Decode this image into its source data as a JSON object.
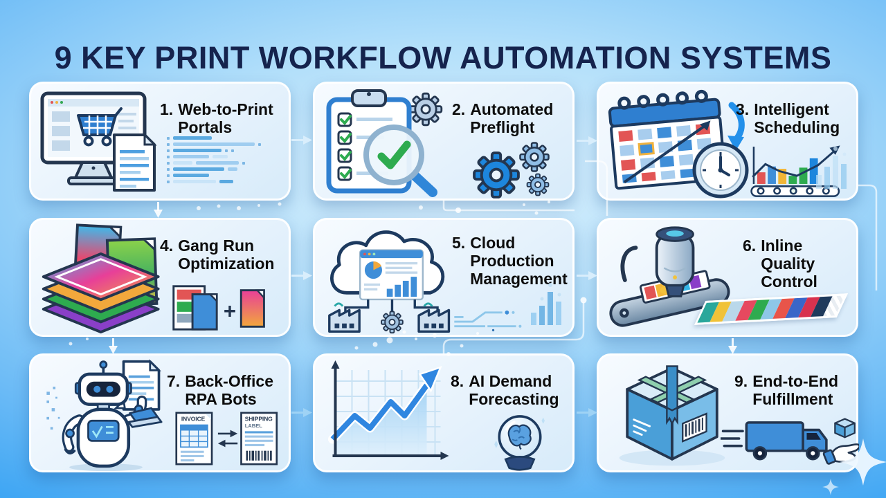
{
  "title": "9 KEY PRINT WORKFLOW AUTOMATION SYSTEMS",
  "colors": {
    "background_blue": "#1f97f2",
    "background_light_center": "#dcf1fd",
    "card_background": "#e9f4fd",
    "title_text": "#15234d",
    "label_text": "#0d0d0d",
    "accent_blue": "#2f86e0",
    "outline_navy": "#24364f",
    "success_green": "#2eab4f"
  },
  "cards": [
    {
      "number": "1.",
      "title": "Web-to-Print Portals",
      "icon": "desktop-monitor-shopping-cart-document"
    },
    {
      "number": "2.",
      "title": "Automated Preflight",
      "icon": "clipboard-checklist-magnifier-gears"
    },
    {
      "number": "3.",
      "title": "Intelligent Scheduling",
      "icon": "calendar-clock-arrow-chart"
    },
    {
      "number": "4.",
      "title": "Gang Run Optimization",
      "icon": "stacked-color-sheets",
      "plus": "+"
    },
    {
      "number": "5.",
      "title": "Cloud Production Management",
      "icon": "cloud-dashboard-factories-gear"
    },
    {
      "number": "6.",
      "title": "Inline Quality Control",
      "icon": "inline-scanner-conveyor-colorbar"
    },
    {
      "number": "7.",
      "title": "Back-Office RPA Bots",
      "icon": "robot-invoice-shipping-label",
      "doc1_label": "INVOICE",
      "doc2_label_lines": [
        "SHIPPING",
        "LABEL"
      ]
    },
    {
      "number": "8.",
      "title": "AI Demand Forecasting",
      "icon": "growth-chart-crystal-ball-brain"
    },
    {
      "number": "9.",
      "title": "End-to-End Fulfillment",
      "icon": "shipping-box-truck-hand"
    }
  ]
}
